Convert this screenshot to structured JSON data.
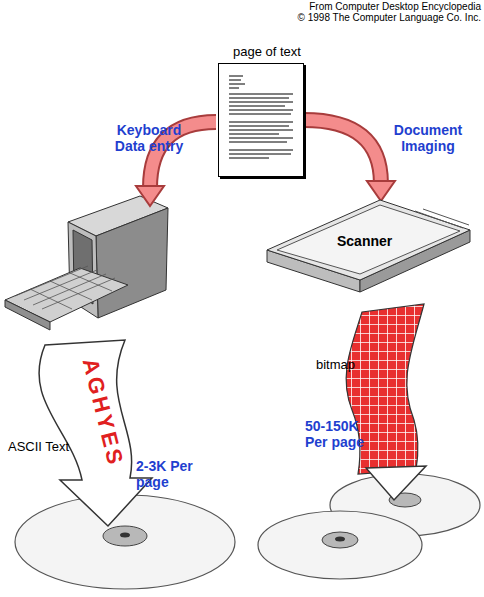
{
  "diagram": {
    "nodes": [
      {
        "text": [
          "page of text"
        ]
      },
      {
        "text": [
          "Scanner"
        ]
      }
    ],
    "edges": [
      {
        "from": 0,
        "to": 1,
        "label": "Document Imaging",
        "arrow": "to"
      }
    ],
    "labels": [
      "From Computer Desktop Encyclopedia",
      "© 1998 The Computer Language Co. Inc.",
      "Keyboard Data entry",
      "AGHYES",
      "ASCII Text",
      "2-3K Per page",
      "bitmap",
      "50-150K Per page"
    ]
  }
}
